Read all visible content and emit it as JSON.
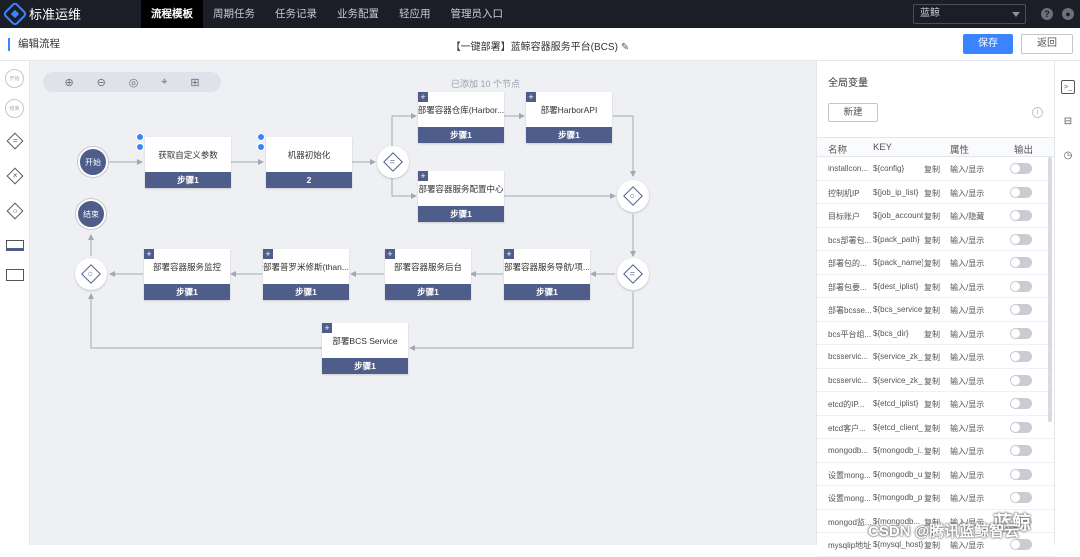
{
  "app": {
    "name": "标准运维"
  },
  "nav": [
    {
      "label": "流程模板",
      "active": true
    },
    {
      "label": "周期任务"
    },
    {
      "label": "任务记录"
    },
    {
      "label": "业务配置"
    },
    {
      "label": "轻应用"
    },
    {
      "label": "管理员入口"
    }
  ],
  "project": {
    "value": "蓝鲸"
  },
  "subbar": {
    "title": "编辑流程",
    "flow_name": "【一键部署】蓝鲸容器服务平台(BCS)",
    "save_label": "保存",
    "back_label": "返回"
  },
  "palette": {
    "start": "开始",
    "end": "结束"
  },
  "canvas": {
    "node_count": "已添加 10 个节点",
    "start_label": "开始",
    "end_label": "结束",
    "tasks": [
      {
        "title": "获取自定义参数",
        "foot": "步骤1"
      },
      {
        "title": "机器初始化",
        "foot": "2"
      },
      {
        "title": "部署容器仓库(Harbor...",
        "foot": "步骤1"
      },
      {
        "title": "部署HarborAPI",
        "foot": "步骤1"
      },
      {
        "title": "部署容器服务配置中心",
        "foot": "步骤1"
      },
      {
        "title": "部署容器服务导航/项...",
        "foot": "步骤1"
      },
      {
        "title": "部署容器服务后台",
        "foot": "步骤1"
      },
      {
        "title": "部署普罗米修斯(than...",
        "foot": "步骤1"
      },
      {
        "title": "部署容器服务监控",
        "foot": "步骤1"
      },
      {
        "title": "部署BCS Service",
        "foot": "步骤1"
      }
    ]
  },
  "vars": {
    "title": "全局变量",
    "new_label": "新建",
    "headers": {
      "name": "名称",
      "key": "KEY",
      "attr": "属性",
      "output": "输出"
    },
    "rows": [
      {
        "name": "installcon...",
        "key": "${config}",
        "copy": "复制",
        "attr": "输入/显示"
      },
      {
        "name": "控制机IP",
        "key": "${job_ip_list}",
        "copy": "复制",
        "attr": "输入/显示"
      },
      {
        "name": "目标账户",
        "key": "${job_account}",
        "copy": "复制",
        "attr": "输入/隐藏"
      },
      {
        "name": "bcs部署包...",
        "key": "${pack_path}",
        "copy": "复制",
        "attr": "输入/显示"
      },
      {
        "name": "部署包的...",
        "key": "${pack_name}",
        "copy": "复制",
        "attr": "输入/显示"
      },
      {
        "name": "部署包要...",
        "key": "${dest_iplist}",
        "copy": "复制",
        "attr": "输入/显示"
      },
      {
        "name": "部署bcsse...",
        "key": "${bcs_service...",
        "copy": "复制",
        "attr": "输入/显示"
      },
      {
        "name": "bcs平台组...",
        "key": "${bcs_dir}",
        "copy": "复制",
        "attr": "输入/显示"
      },
      {
        "name": "bcsservic...",
        "key": "${service_zk_i...",
        "copy": "复制",
        "attr": "输入/显示"
      },
      {
        "name": "bcsservic...",
        "key": "${service_zk_...",
        "copy": "复制",
        "attr": "输入/显示"
      },
      {
        "name": "etcd的IP...",
        "key": "${etcd_iplist}",
        "copy": "复制",
        "attr": "输入/显示"
      },
      {
        "name": "etcd客户...",
        "key": "${etcd_client_...",
        "copy": "复制",
        "attr": "输入/显示"
      },
      {
        "name": "mongodb...",
        "key": "${mongodb_i...",
        "copy": "复制",
        "attr": "输入/显示"
      },
      {
        "name": "设置mong...",
        "key": "${mongodb_u...",
        "copy": "复制",
        "attr": "输入/显示"
      },
      {
        "name": "设置mong...",
        "key": "${mongodb_p...",
        "copy": "复制",
        "attr": "输入/显示"
      },
      {
        "name": "mongod监...",
        "key": "${mongodb...",
        "copy": "复制",
        "attr": "输入/显示"
      },
      {
        "name": "mysqlip地址",
        "key": "${mysql_host}",
        "copy": "复制",
        "attr": "输入/显示"
      }
    ]
  },
  "watermark": {
    "line1": "蓝鲸",
    "line2": "CSDN @腾讯蓝鲸智云"
  }
}
